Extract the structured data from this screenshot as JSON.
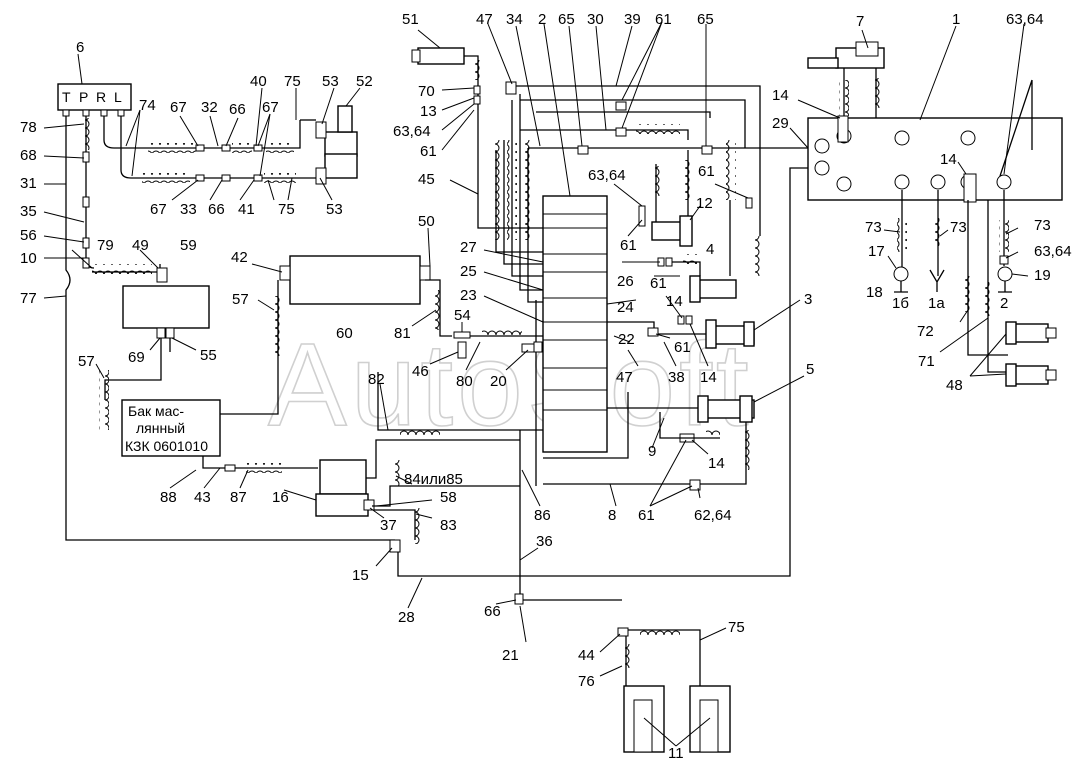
{
  "watermark": "AutoSoft",
  "valve_labels": [
    "T",
    "P",
    "R",
    "L"
  ],
  "oil_tank": {
    "line1": "Бак мас-",
    "line2": "лянный",
    "line3": "КЗК 0601010"
  },
  "callouts": {
    "c51": "51",
    "c47a": "47",
    "c34": "34",
    "c2": "2",
    "c65a": "65",
    "c30": "30",
    "c39": "39",
    "c61a": "61",
    "c65b": "65",
    "c7": "7",
    "c1": "1",
    "c6364a": "63,64",
    "c6": "6",
    "c70": "70",
    "c13": "13",
    "c6364b": "63,64",
    "c61b": "61",
    "c78": "78",
    "c74": "74",
    "c67a": "67",
    "c32": "32",
    "c66a": "66",
    "c40": "40",
    "c67b": "67",
    "c75a": "75",
    "c53a": "53",
    "c52": "52",
    "c68": "68",
    "c31": "31",
    "c35": "35",
    "c56": "56",
    "c10": "10",
    "c77": "77",
    "c67c": "67",
    "c33": "33",
    "c66b": "66",
    "c41": "41",
    "c75b": "75",
    "c53b": "53",
    "c45": "45",
    "c6364c": "63,64",
    "c61c": "61",
    "c14a": "14",
    "c29": "29",
    "c12": "12",
    "c14b": "14",
    "c73a": "73",
    "c73b": "73",
    "c73c": "73",
    "c6364d": "63,64",
    "c17": "17",
    "c18": "18",
    "c1b": "1б",
    "c1a": "1а",
    "c2b": "2",
    "c19": "19",
    "c79": "79",
    "c49": "49",
    "c59": "59",
    "c42": "42",
    "c50": "50",
    "c27": "27",
    "c25": "25",
    "c61d": "61",
    "c4": "4",
    "c26": "26",
    "c57a": "57",
    "c60": "60",
    "c23": "23",
    "c14c": "14",
    "c24": "24",
    "c3": "3",
    "c72": "72",
    "c71": "71",
    "c48": "48",
    "c81": "81",
    "c54": "54",
    "c22": "22",
    "c61e": "61",
    "c69": "69",
    "c55": "55",
    "c46": "46",
    "c80": "80",
    "c20": "20",
    "c47b": "47",
    "c38": "38",
    "c14d": "14",
    "c5": "5",
    "c57b": "57",
    "c82": "82",
    "c9": "9",
    "c14e": "14",
    "c88": "88",
    "c43": "43",
    "c87": "87",
    "c16": "16",
    "c84": "84или85",
    "c58": "58",
    "c86": "86",
    "c8": "8",
    "c61f": "61",
    "c6264": "62,64",
    "c37": "37",
    "c83": "83",
    "c36": "36",
    "c15": "15",
    "c28": "28",
    "c66c": "66",
    "c21": "21",
    "c75c": "75",
    "c44": "44",
    "c76": "76",
    "c11": "11"
  }
}
